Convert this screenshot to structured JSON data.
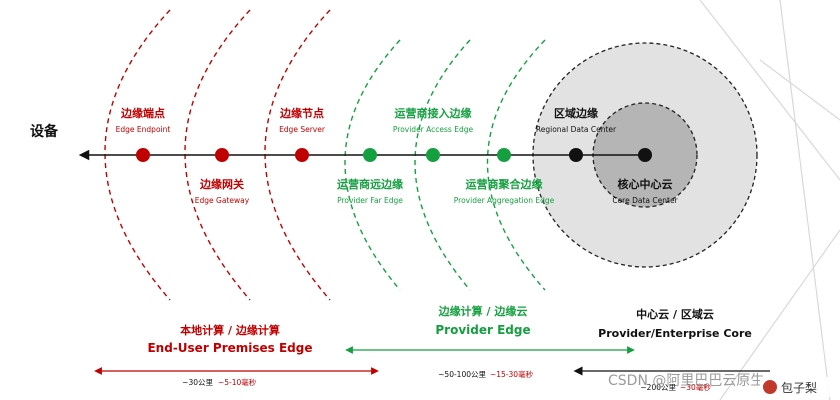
{
  "device_label": "设备",
  "nodes": {
    "edge_endpoint": {
      "zh": "边缘端点",
      "en": "Edge Endpoint"
    },
    "edge_gateway": {
      "zh": "边缘网关",
      "en": "Edge Gateway"
    },
    "edge_server": {
      "zh": "边缘节点",
      "en": "Edge Server"
    },
    "provider_far_edge": {
      "zh": "运营商远边缘",
      "en": "Provider Far Edge"
    },
    "provider_access_edge": {
      "zh": "运营商接入边缘",
      "en": "Provider Access Edge"
    },
    "provider_aggregation_edge": {
      "zh": "运营商聚合边缘",
      "en": "Provider Aggregation Edge"
    },
    "regional_data_center": {
      "zh": "区域边缘",
      "en": "Regional Data Center"
    },
    "core_data_center": {
      "zh": "核心中心云",
      "en": "Core Data Center"
    }
  },
  "sections": {
    "premises": {
      "zh": "本地计算 / 边缘计算",
      "en": "End-User Premises Edge"
    },
    "provider": {
      "zh": "边缘计算 / 边缘云",
      "en": "Provider Edge"
    },
    "core": {
      "zh": "中心云 / 区域云",
      "en": "Provider/Enterprise Core"
    }
  },
  "ranges": {
    "premises": {
      "distance": "~30公里",
      "latency": "~5-10毫秒"
    },
    "provider": {
      "distance": "~50-100公里",
      "latency": "~15-30毫秒"
    },
    "core": {
      "distance": "~200公里",
      "latency": "~30毫秒"
    }
  },
  "watermark": "CSDN @阿里巴巴云原生",
  "logo_text": "包子梨",
  "colors": {
    "red": "#c00000",
    "green": "#15a040",
    "black": "#111111",
    "outer_circle": "#e3e3e3",
    "inner_circle": "#b8b8b8"
  }
}
